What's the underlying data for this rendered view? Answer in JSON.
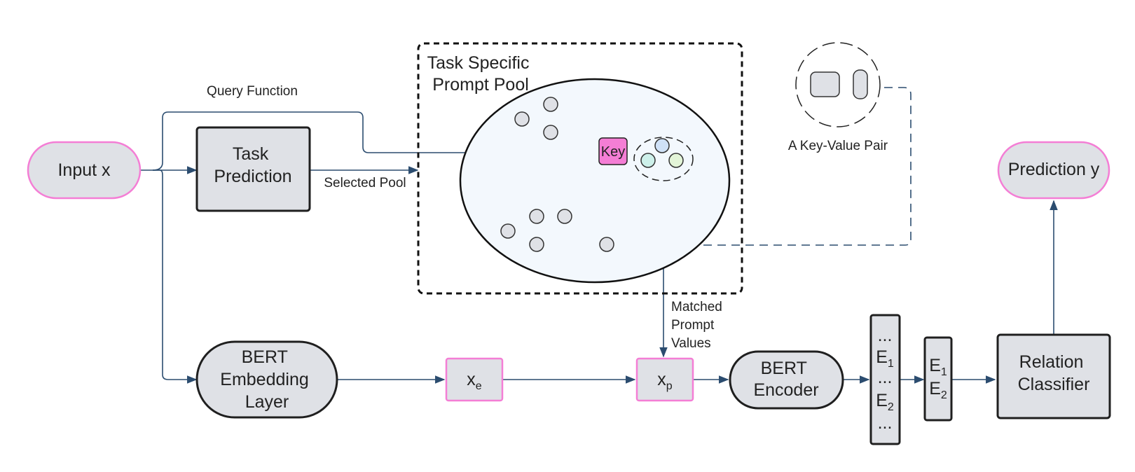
{
  "nodes": {
    "input": "Input x",
    "task_prediction": [
      "Task",
      "Prediction"
    ],
    "prompt_pool_title": [
      "Task Specific",
      "Prompt Pool"
    ],
    "key": "Key",
    "bert_embedding": [
      "BERT",
      "Embedding",
      "Layer"
    ],
    "xe": {
      "base": "x",
      "sub": "e"
    },
    "xp": {
      "base": "x",
      "sub": "p"
    },
    "bert_encoder": [
      "BERT",
      "Encoder"
    ],
    "seq_long": [
      {
        "base": "...",
        "sub": ""
      },
      {
        "base": "E",
        "sub": "1"
      },
      {
        "base": "...",
        "sub": ""
      },
      {
        "base": "E",
        "sub": "2"
      },
      {
        "base": "...",
        "sub": ""
      }
    ],
    "seq_short": [
      {
        "base": "E",
        "sub": "1"
      },
      {
        "base": "E",
        "sub": "2"
      }
    ],
    "relation_classifier": [
      "Relation",
      "Classifier"
    ],
    "prediction": "Prediction y"
  },
  "edge_labels": {
    "query_function": "Query Function",
    "selected_pool": "Selected Pool",
    "key_value_pair": "A Key-Value Pair",
    "matched_prompt_values": [
      "Matched",
      "Prompt",
      "Values"
    ]
  },
  "colors": {
    "node_fill": "#dfe1e6",
    "node_border": "#1f1f1f",
    "highlight_border": "#f47ed5",
    "key_fill": "#f47ed5",
    "pool_fill": "#f3f8fd",
    "edge": "#2b4c6f",
    "value_blue": "#cfe1f7",
    "value_teal": "#cdf0ea",
    "value_green": "#e3f5d8"
  }
}
